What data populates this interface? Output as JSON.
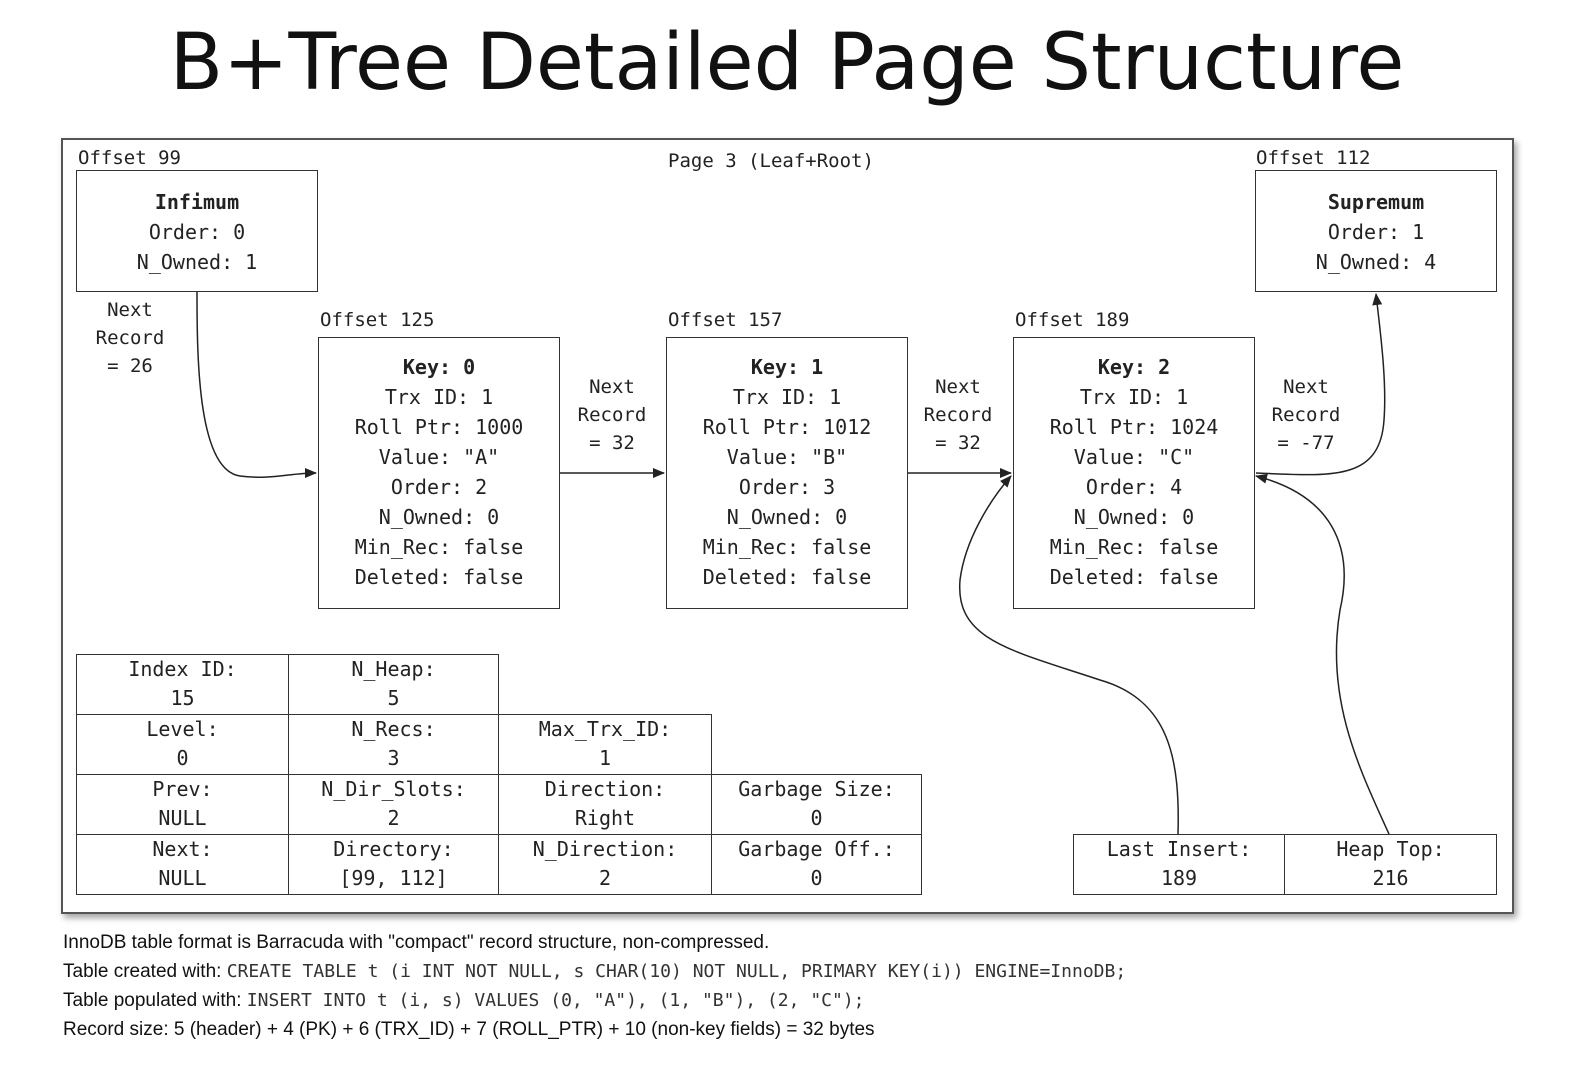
{
  "title": "B+Tree Detailed Page Structure",
  "page_label": "Page 3 (Leaf+Root)",
  "infimum": {
    "offset": "Offset 99",
    "name": "Infimum",
    "lines": [
      "Order: 0",
      "N_Owned: 1"
    ]
  },
  "supremum": {
    "offset": "Offset 112",
    "name": "Supremum",
    "lines": [
      "Order: 1",
      "N_Owned: 4"
    ]
  },
  "records": [
    {
      "offset": "Offset 125",
      "key": "Key: 0",
      "lines": [
        "Trx ID: 1",
        "Roll Ptr: 1000",
        "Value: \"A\"",
        "Order: 2",
        "N_Owned: 0",
        "Min_Rec: false",
        "Deleted: false"
      ]
    },
    {
      "offset": "Offset 157",
      "key": "Key: 1",
      "lines": [
        "Trx ID: 1",
        "Roll Ptr: 1012",
        "Value: \"B\"",
        "Order: 3",
        "N_Owned: 0",
        "Min_Rec: false",
        "Deleted: false"
      ]
    },
    {
      "offset": "Offset 189",
      "key": "Key: 2",
      "lines": [
        "Trx ID: 1",
        "Roll Ptr: 1024",
        "Value: \"C\"",
        "Order: 4",
        "N_Owned: 0",
        "Min_Rec: false",
        "Deleted: false"
      ]
    }
  ],
  "next_labels": [
    "Next\nRecord\n= 26",
    "Next\nRecord\n= 32",
    "Next\nRecord\n= 32",
    "Next\nRecord\n= -77"
  ],
  "header_fields": [
    {
      "label": "Index ID:",
      "value": "15"
    },
    {
      "label": "N_Heap:",
      "value": "5"
    },
    {
      "label": "Level:",
      "value": "0"
    },
    {
      "label": "N_Recs:",
      "value": "3"
    },
    {
      "label": "Max_Trx_ID:",
      "value": "1"
    },
    {
      "label": "Prev:",
      "value": "NULL"
    },
    {
      "label": "N_Dir_Slots:",
      "value": "2"
    },
    {
      "label": "Direction:",
      "value": "Right"
    },
    {
      "label": "Garbage Size:",
      "value": "0"
    },
    {
      "label": "Next:",
      "value": "NULL"
    },
    {
      "label": "Directory:",
      "value": "[99, 112]"
    },
    {
      "label": "N_Direction:",
      "value": "2"
    },
    {
      "label": "Garbage Off.:",
      "value": "0"
    },
    {
      "label": "Last Insert:",
      "value": "189"
    },
    {
      "label": "Heap Top:",
      "value": "216"
    }
  ],
  "footer": {
    "line1": "InnoDB table format is Barracuda with \"compact\" record structure, non-compressed.",
    "line2_prefix": "Table created with: ",
    "line2_code": "CREATE TABLE t (i INT NOT NULL, s CHAR(10) NOT NULL, PRIMARY KEY(i)) ENGINE=InnoDB;",
    "line3_prefix": "Table populated with: ",
    "line3_code": "INSERT INTO t (i, s) VALUES (0, \"A\"), (1, \"B\"), (2, \"C\");",
    "line4": "Record size: 5 (header) + 4 (PK) + 6 (TRX_ID) + 7 (ROLL_PTR) + 10 (non-key fields) = 32 bytes"
  }
}
